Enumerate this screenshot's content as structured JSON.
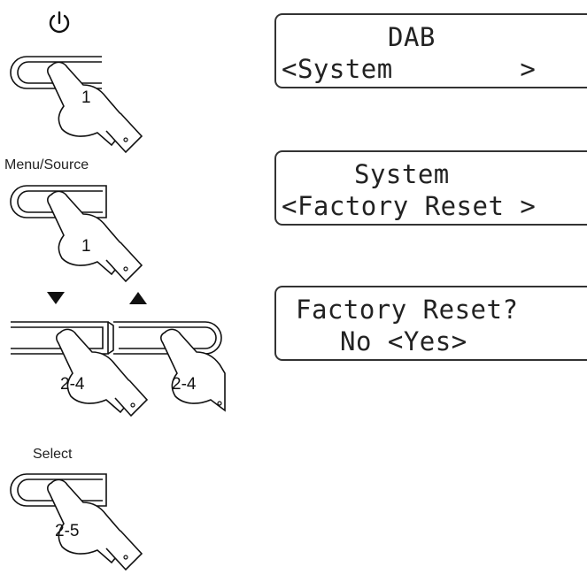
{
  "buttons": {
    "power": {
      "icon": "power-icon",
      "step": "1"
    },
    "menu_source": {
      "label": "Menu/Source",
      "step": "1"
    },
    "tune": {
      "down_icon": "triangle-down-icon",
      "up_icon": "triangle-up-icon",
      "step_left": "2-4",
      "step_right": "2-4"
    },
    "select": {
      "label": "Select",
      "step": "2-5"
    }
  },
  "displays": [
    {
      "line1": "DAB",
      "line2": "<System        >"
    },
    {
      "line1": "System",
      "line2": "<Factory Reset >"
    },
    {
      "line1": "Factory Reset?",
      "line2": "No <Yes>"
    }
  ]
}
